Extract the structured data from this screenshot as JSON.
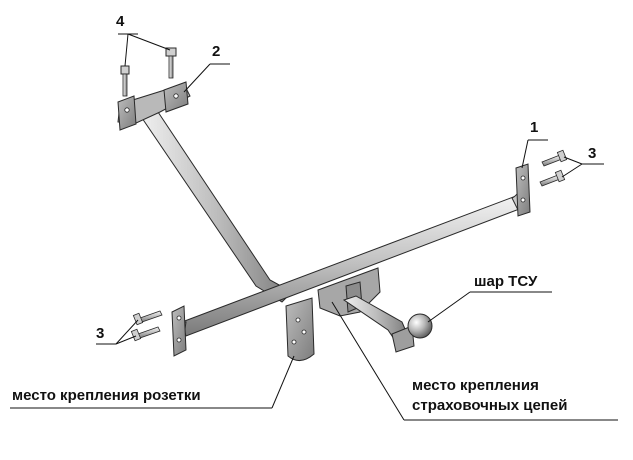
{
  "labels": {
    "part_1": "1",
    "part_2": "2",
    "part_3_right": "3",
    "part_3_left": "3",
    "part_4": "4",
    "tow_ball": "шар ТСУ",
    "socket_mount": "место крепления розетки",
    "safety_chain_mount_line1": "место крепления",
    "safety_chain_mount_line2": "страховочных цепей"
  },
  "colors": {
    "metal_light": "#d6d6d6",
    "metal_mid": "#a9a9a9",
    "metal_dark": "#6e6e6e",
    "outline": "#2a2a2a",
    "text": "#111111"
  }
}
